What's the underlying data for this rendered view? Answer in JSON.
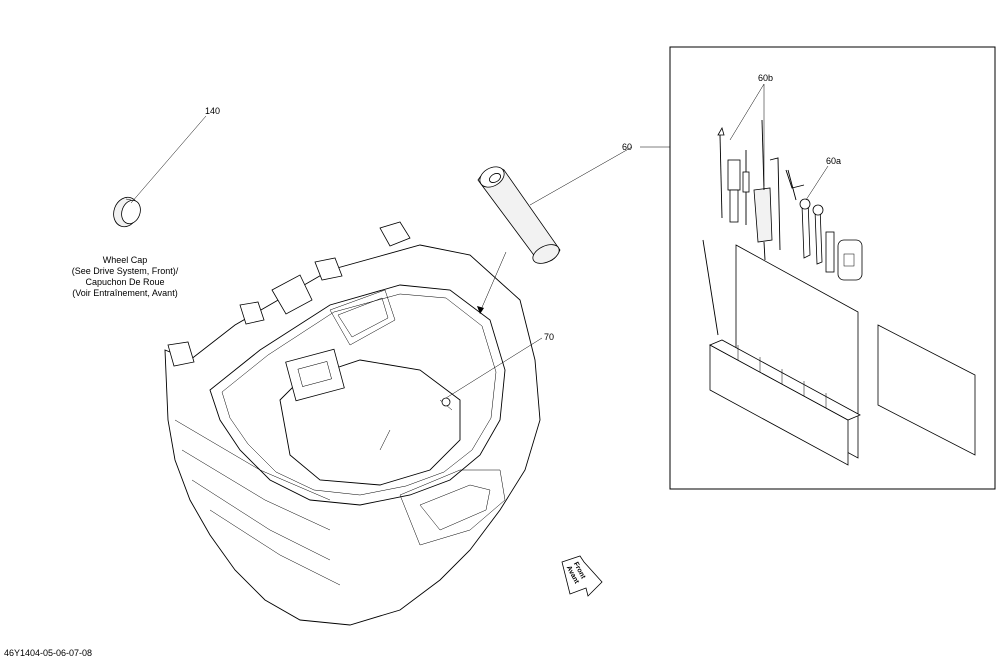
{
  "callouts": {
    "c140": "140",
    "c60": "60",
    "c60a": "60a",
    "c60b": "60b",
    "c70": "70"
  },
  "wheel_cap_note": {
    "line1": "Wheel Cap",
    "line2": "(See Drive System, Front)/",
    "line3": "Capuchon De Roue",
    "line4": "(Voir Entraînement, Avant)"
  },
  "front_arrow": {
    "line1": "Front",
    "line2": "Avant"
  },
  "reference_code": "46Y1404-05-06-07-08",
  "colors": {
    "line": "#000000",
    "background": "#ffffff"
  },
  "icons": [
    "front-direction-arrow-icon"
  ]
}
